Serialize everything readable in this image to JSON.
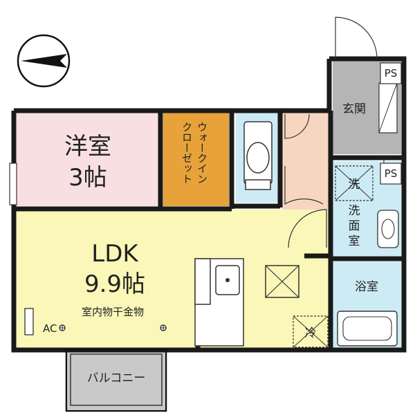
{
  "compass": {
    "icon": "north-arrow-icon"
  },
  "rooms": {
    "western_room": {
      "name": "洋室",
      "size": "3帖",
      "color": "#f8dfe2"
    },
    "walk_in_closet": {
      "line1": "ウォークイン",
      "line2": "クローゼット",
      "color": "#e7a23a"
    },
    "ldk": {
      "name": "LDK",
      "size": "9.9帖",
      "fixture": "室内物干金物",
      "color": "#faf7b8"
    },
    "entrance": {
      "name": "玄関",
      "color": "#b5b5b5"
    },
    "washroom": {
      "line1": "洗",
      "line2": "面",
      "line3": "室",
      "color": "#cdebf5"
    },
    "bathroom": {
      "name": "浴室",
      "color": "#cdebf5"
    },
    "hallway": {
      "color": "#f6d6c0"
    },
    "toilet": {
      "color": "#cdebf5"
    },
    "balcony": {
      "name": "バルコニー",
      "color": "#c9c9c9"
    }
  },
  "fixtures": {
    "ps_top": "PS",
    "ps_wash": "PS",
    "washing_machine": "洗",
    "refrigerator": "冷",
    "ac": "AC"
  }
}
